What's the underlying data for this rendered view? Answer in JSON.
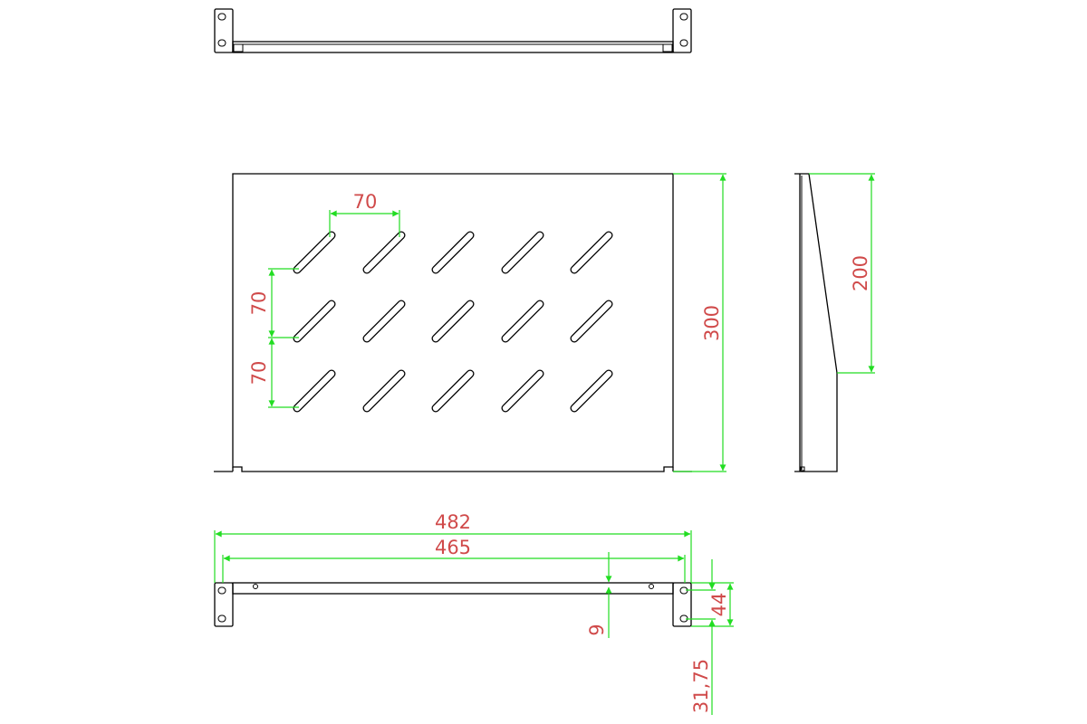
{
  "dimensions": {
    "slot_spacing_horizontal": "70",
    "slot_spacing_vertical_upper": "70",
    "slot_spacing_vertical_lower": "70",
    "depth": "300",
    "side_height": "200",
    "overall_width": "482",
    "inner_width": "465",
    "hole_offset": "9",
    "height": "44",
    "hole_pitch": "31,75"
  },
  "colors": {
    "outline": "#000000",
    "dimension_line": "#22dd22",
    "dimension_text": "#d04a4a"
  }
}
